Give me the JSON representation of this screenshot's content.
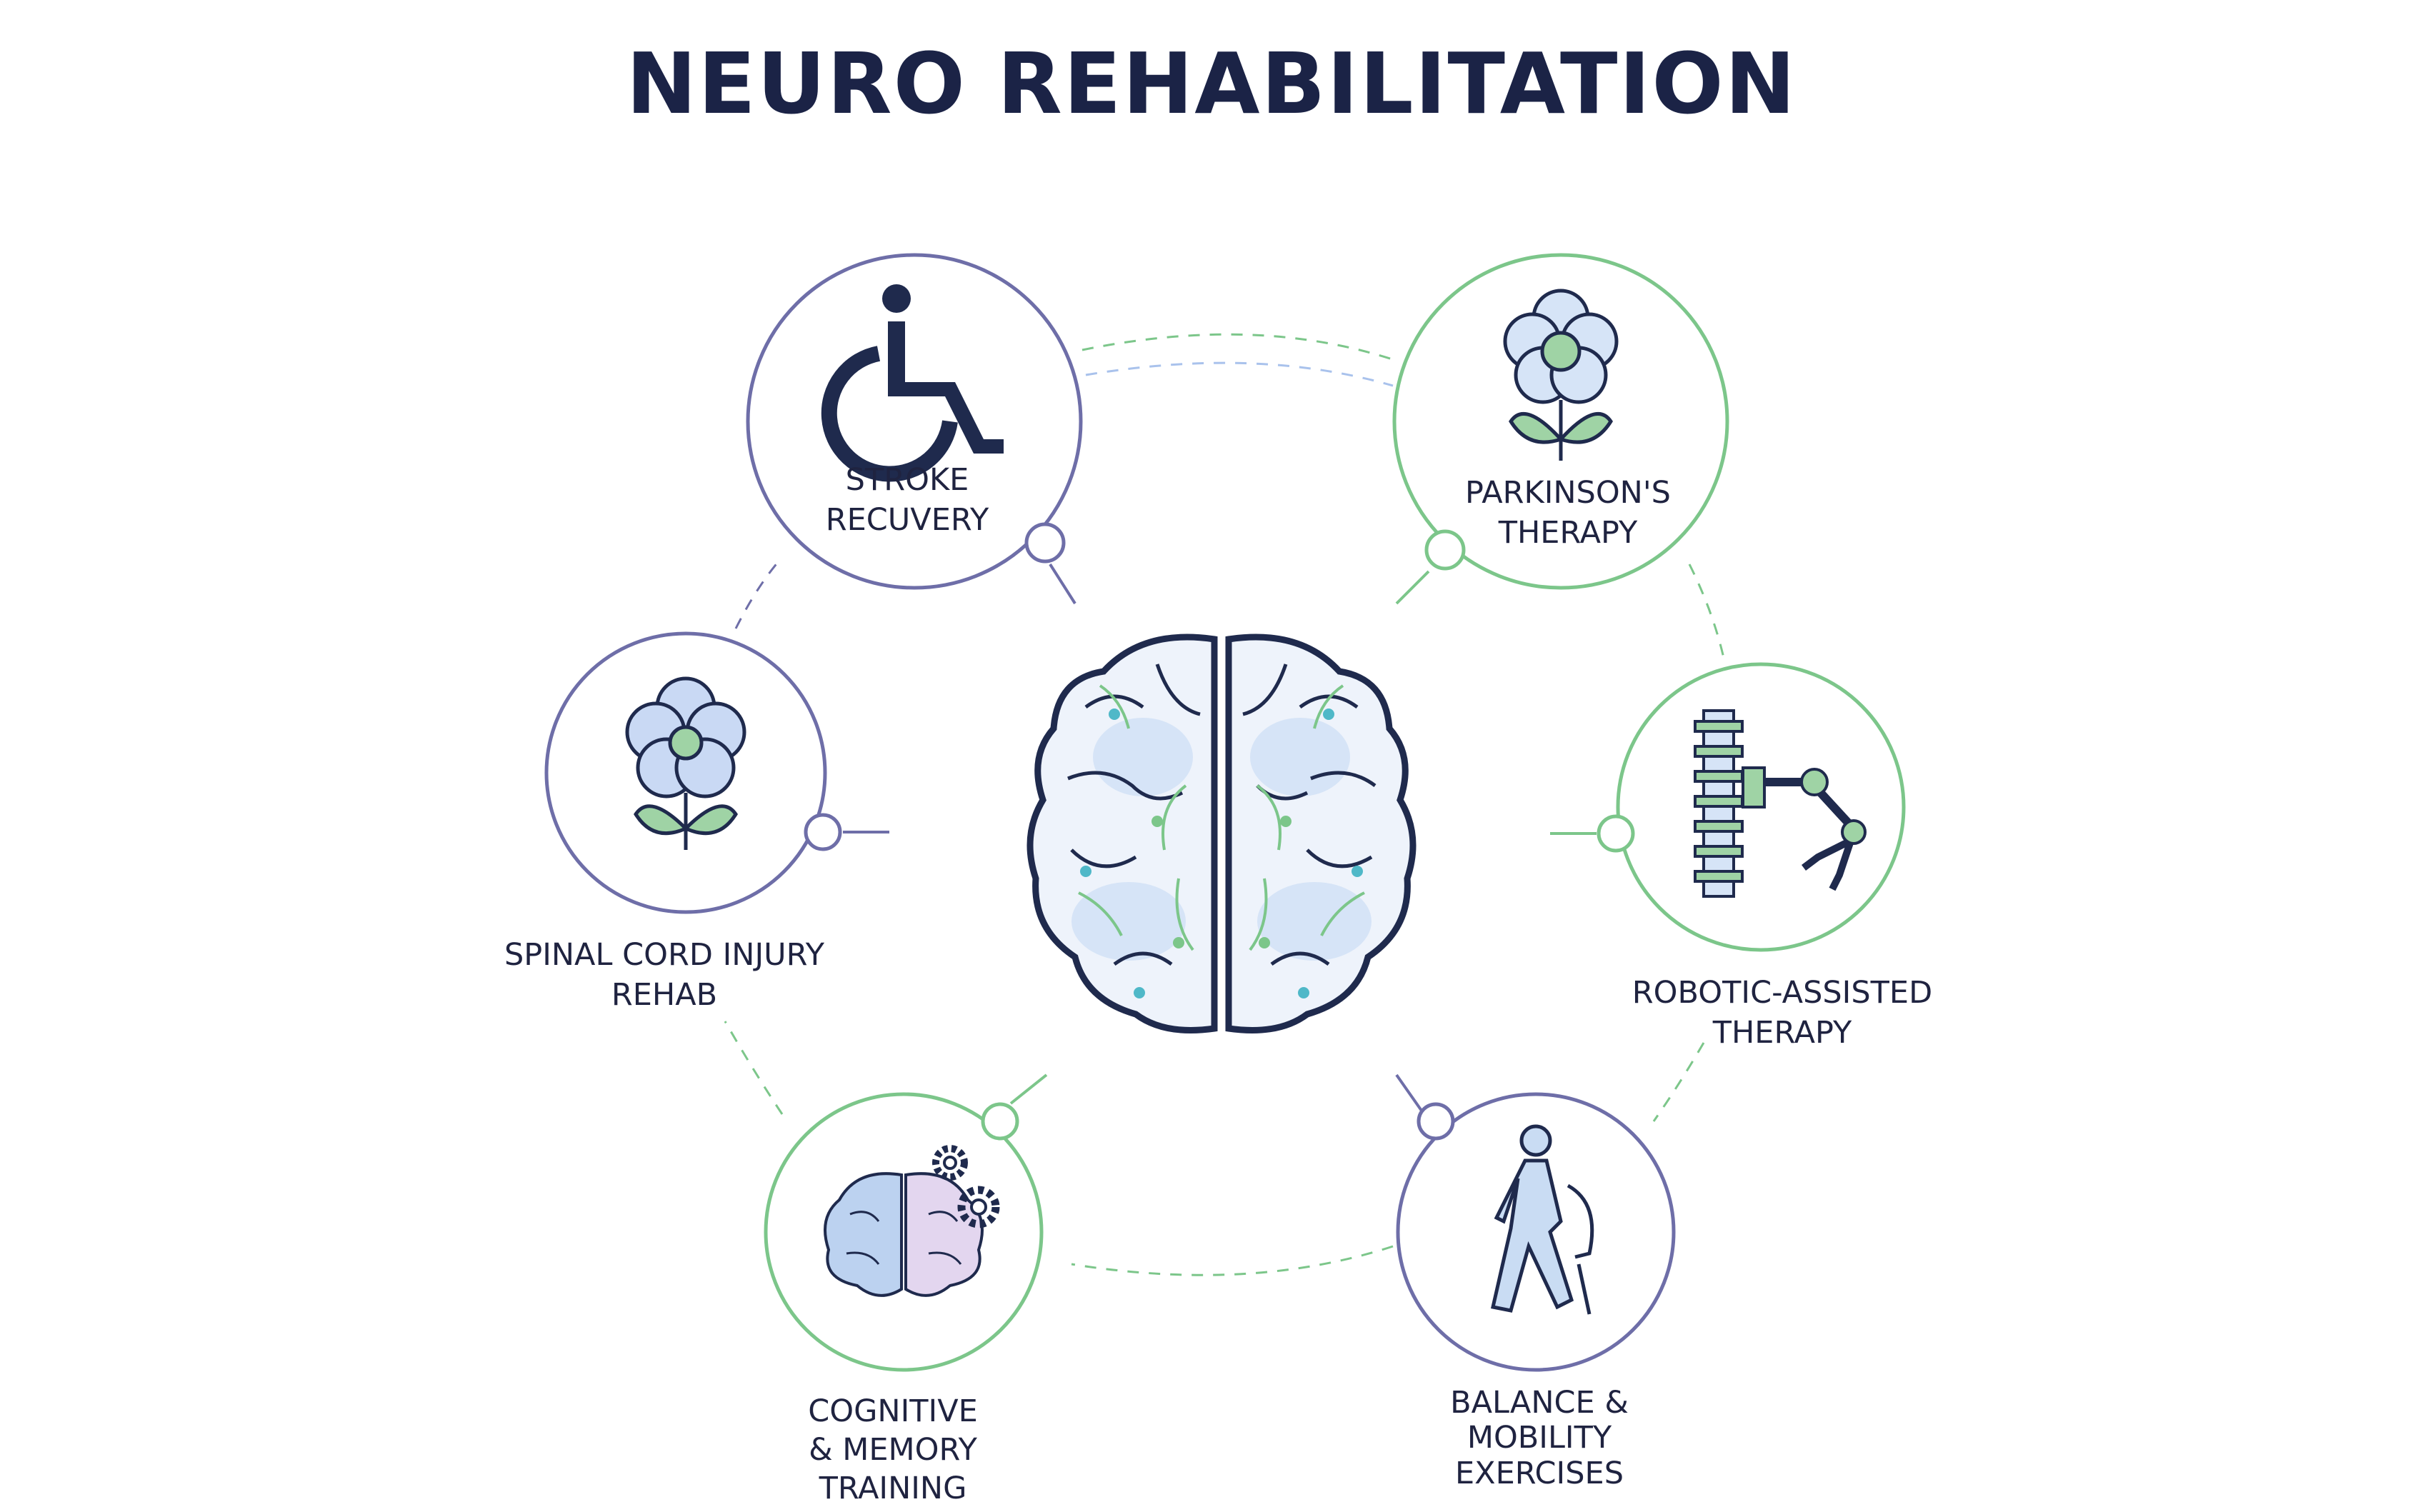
{
  "title": "NEURO REHABILITATION",
  "colors": {
    "title": "#1b2346",
    "navy": "#1f2a4d",
    "purple_ring": "#6e6ea8",
    "green_ring": "#7cc68a",
    "text": "#1f2340",
    "light_blue": "#d6e4f7",
    "mid_blue": "#a9c2ec",
    "green_fill": "#9fd3a5",
    "teal_dot": "#4fb8c8"
  },
  "center": {
    "icon": "brain-icon"
  },
  "nodes": [
    {
      "id": "stroke",
      "label_lines": [
        "STROKE",
        "RECUVERY"
      ],
      "icon": "wheelchair-icon",
      "ring": "purple"
    },
    {
      "id": "parkinsons",
      "label_lines": [
        "PARKINSON'S",
        "THERAPY"
      ],
      "icon": "flower-icon",
      "ring": "green"
    },
    {
      "id": "spinal",
      "label_lines": [
        "SPINAL CORD INJURY",
        "REHAB"
      ],
      "icon": "flower-icon",
      "ring": "purple"
    },
    {
      "id": "robotic",
      "label_lines": [
        "ROBOTIC-ASSISTED",
        "THERAPY"
      ],
      "icon": "robotic-arm-spine-icon",
      "ring": "green"
    },
    {
      "id": "cognitive",
      "label_lines": [
        "COGNITIVE",
        "& MEMORY",
        "TRAINING"
      ],
      "icon": "brain-gears-icon",
      "ring": "green"
    },
    {
      "id": "balance",
      "label_lines": [
        "BALANCE &",
        "MOBILITY",
        "EXERCISES"
      ],
      "icon": "walking-person-icon",
      "ring": "purple"
    }
  ]
}
